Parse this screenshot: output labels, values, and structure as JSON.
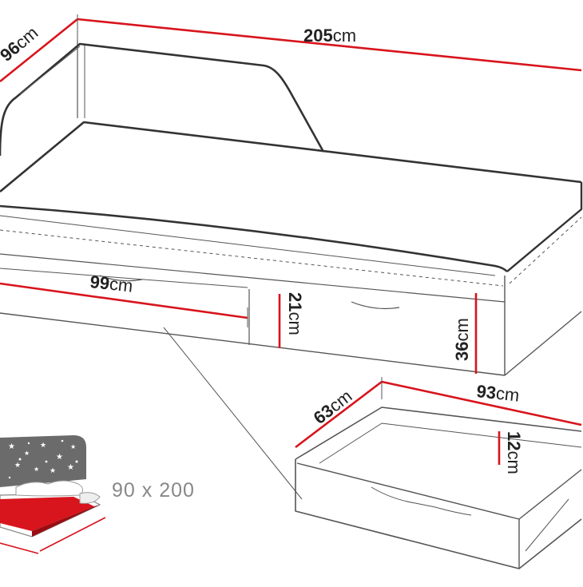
{
  "dimensions": {
    "length": {
      "value": "205",
      "unit": "cm"
    },
    "depth": {
      "value": "96",
      "unit": "cm"
    },
    "drawer_width": {
      "value": "99",
      "unit": "cm"
    },
    "drawer_height": {
      "value": "21",
      "unit": "cm"
    },
    "bed_height": {
      "value": "36",
      "unit": "cm"
    },
    "box_width": {
      "value": "93",
      "unit": "cm"
    },
    "box_depth": {
      "value": "63",
      "unit": "cm"
    },
    "box_height": {
      "value": "12",
      "unit": "cm"
    }
  },
  "mattress_size": "90 x 200",
  "colors": {
    "accent": "#d8141c",
    "outline": "#555555",
    "headboard_icon": "#6b6b6b",
    "label_gray": "#888888"
  }
}
